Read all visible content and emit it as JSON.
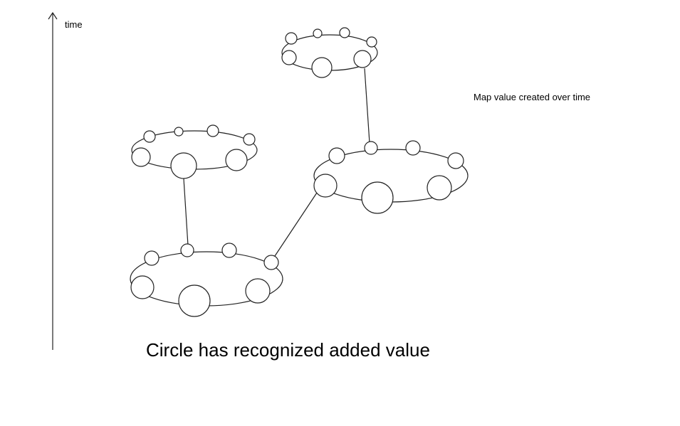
{
  "axis": {
    "label": "time"
  },
  "annotation": "Map value created over time",
  "caption": "Circle has recognized added value"
}
